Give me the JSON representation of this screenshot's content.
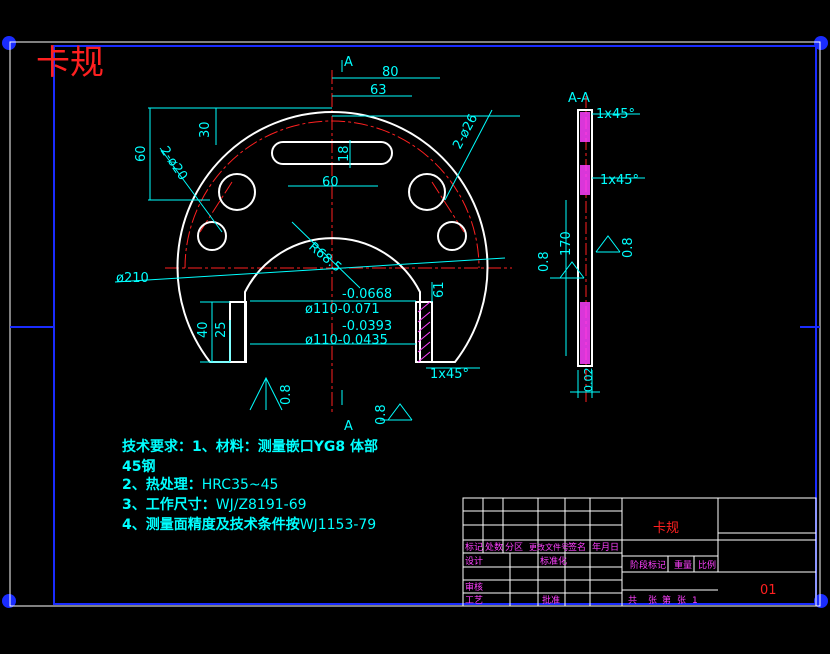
{
  "title_stamp": "卡规",
  "colors": {
    "background": "#000000",
    "border": "#1a2cff",
    "outline": "#ffffff",
    "dimension": "#00ffff",
    "centerline": "#ff2020",
    "hatch": "#ff40ff",
    "text_red": "#ff2020"
  },
  "dimensions": {
    "d80": "80",
    "d63": "63",
    "d30": "30",
    "d60_left": "60",
    "d18": "18",
    "d60_slot": "60",
    "holes_2phi20": "2-ø20",
    "holes_2phi26": "2-ø26",
    "r68": "R68.5",
    "phi210": "ø210",
    "tol_top": "-0.0668",
    "phi110a": "ø110-0.071",
    "tol_mid": "-0.0393",
    "phi110b": "ø110-0.0435",
    "d40": "40",
    "d25": "25",
    "d61": "61",
    "chamfer_main": "1x45°",
    "rough_left": "0.8",
    "rough_bottom": "0.8",
    "section_top": "A",
    "section_bottom": "A"
  },
  "section_view": {
    "label": "A-A",
    "chamfer1": "1x45°",
    "chamfer2": "1x45°",
    "d170": "170",
    "rough_a": "0.8",
    "rough_b": "0.8",
    "thk": "0.02"
  },
  "tech_req": {
    "line1": "技术要求：1、材料：测量嵌口YG8  体部",
    "line2": "45钢",
    "line3_b": "2、热处理：",
    "line3_n": "HRC35~45",
    "line4_b": "3、工作尺寸：",
    "line4_n": "WJ/Z8191-69",
    "line5_b": "4、测量面精度及技术条件按",
    "line5_n": "WJ1153-79"
  },
  "title_block": {
    "part_name": "卡规",
    "drawing_no": "01",
    "h_mark": "标记",
    "h_count": "处数",
    "h_zone": "分区",
    "h_docno": "更改文件号",
    "h_sign": "签名",
    "h_date": "年月日",
    "r_design": "设计",
    "r_std": "标准化",
    "r_stage": "阶段标记",
    "r_weight": "重量",
    "r_scale": "比例",
    "r_review": "审核",
    "r_process": "工艺",
    "r_approve": "批准",
    "r_sheets_a": "共",
    "r_sheets_b": "张",
    "r_sheets_c": "第",
    "r_sheets_d": "张",
    "r_sheet_no": "1"
  }
}
